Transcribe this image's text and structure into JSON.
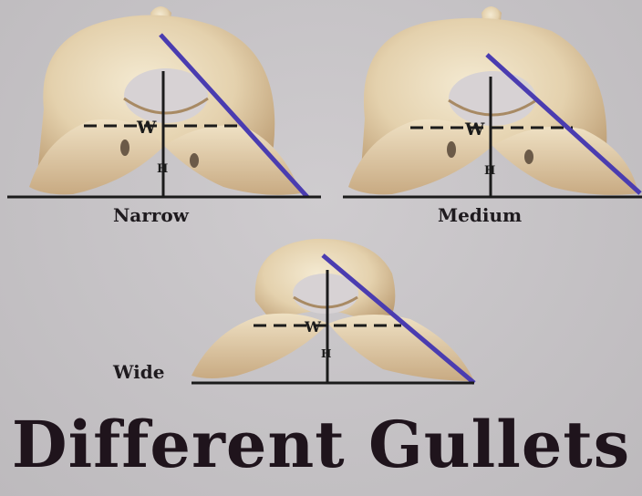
{
  "title": "Different Gullets",
  "labels": {
    "narrow": "Narrow",
    "medium": "Medium",
    "wide": "Wide"
  },
  "markers": {
    "width": "W",
    "height": "H"
  },
  "colors": {
    "background": "#c6c3c6",
    "bone": "#eadcbe",
    "bone_shadow": "#b89a72",
    "angle_line": "#4a3cb0",
    "measure_line": "#1b1b1b",
    "title_text": "#1f141c"
  }
}
